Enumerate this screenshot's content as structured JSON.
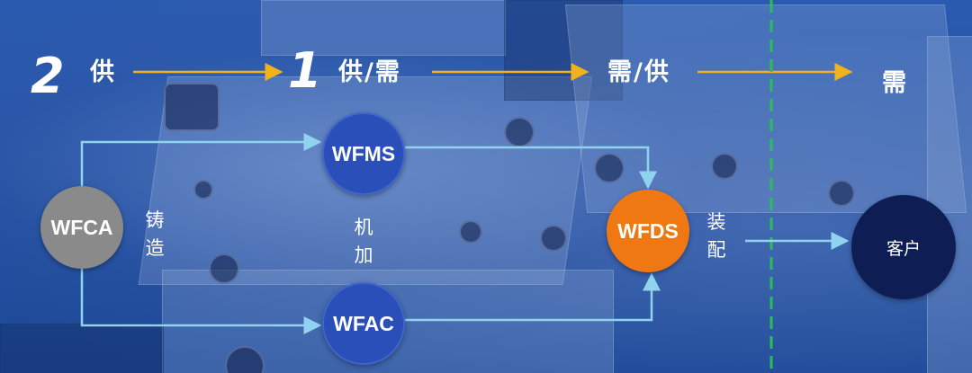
{
  "stages": [
    {
      "number": "2",
      "label": "供"
    },
    {
      "number": "1",
      "label": "供/需"
    },
    {
      "number": "",
      "label": "需/供"
    },
    {
      "number": "",
      "label": "需"
    }
  ],
  "nodes": {
    "wfca": "WFCA",
    "wfms": "WFMS",
    "wfac": "WFAC",
    "wfds": "WFDS",
    "customer": "客户"
  },
  "processes": {
    "casting": [
      "铸",
      "造"
    ],
    "machining": [
      "机",
      "加"
    ],
    "assembly": [
      "装",
      "配"
    ]
  },
  "colors": {
    "stage_arrow": "#f2b21c",
    "flow_arrow": "#8fd3ee",
    "divider": "#2bbd5a",
    "wfca": "#8a8a8a",
    "wfms_wfac": "#2a4fb8",
    "wfds": "#f07812",
    "customer": "#0e1e55"
  }
}
